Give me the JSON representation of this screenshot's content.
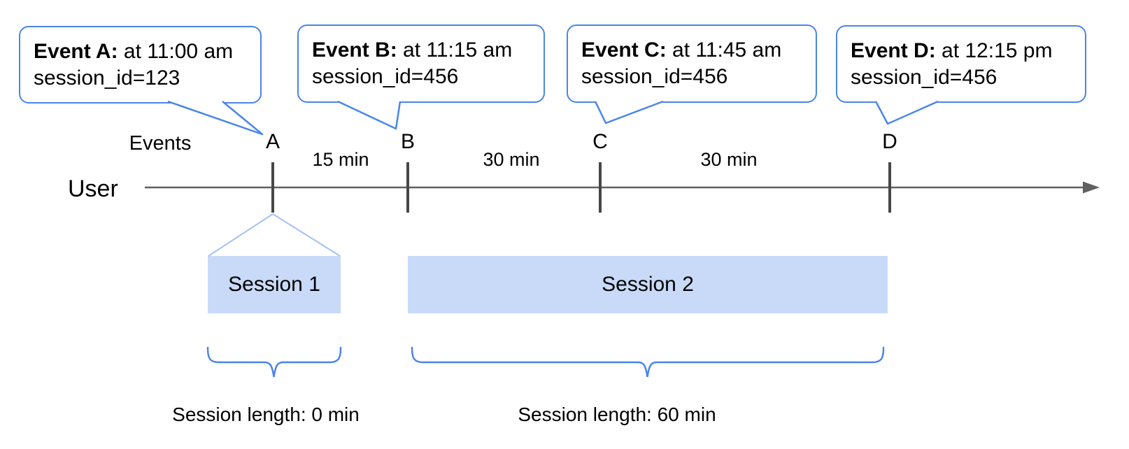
{
  "colors": {
    "accent": "#4a86e8",
    "funnel": "#a4c2f4",
    "bar_fill": "#c9daf8",
    "axis": "#606060",
    "tick": "#474747",
    "text": "#000000"
  },
  "timeline": {
    "row_label_events": "Events",
    "row_label_user": "User",
    "events": [
      {
        "letter": "A",
        "callout_label": "Event A:",
        "callout_time": " at 11:00 am",
        "callout_session": "session_id=123"
      },
      {
        "letter": "B",
        "callout_label": "Event B:",
        "callout_time": " at 11:15 am",
        "callout_session": "session_id=456"
      },
      {
        "letter": "C",
        "callout_label": "Event C:",
        "callout_time": " at 11:45 am",
        "callout_session": "session_id=456"
      },
      {
        "letter": "D",
        "callout_label": "Event D:",
        "callout_time": " at 12:15 pm",
        "callout_session": "session_id=456"
      }
    ],
    "intervals": [
      "15 min",
      "30 min",
      "30 min"
    ]
  },
  "sessions": [
    {
      "name": "Session 1",
      "length_label": "Session length: 0 min"
    },
    {
      "name": "Session 2",
      "length_label": "Session length: 60 min"
    }
  ]
}
